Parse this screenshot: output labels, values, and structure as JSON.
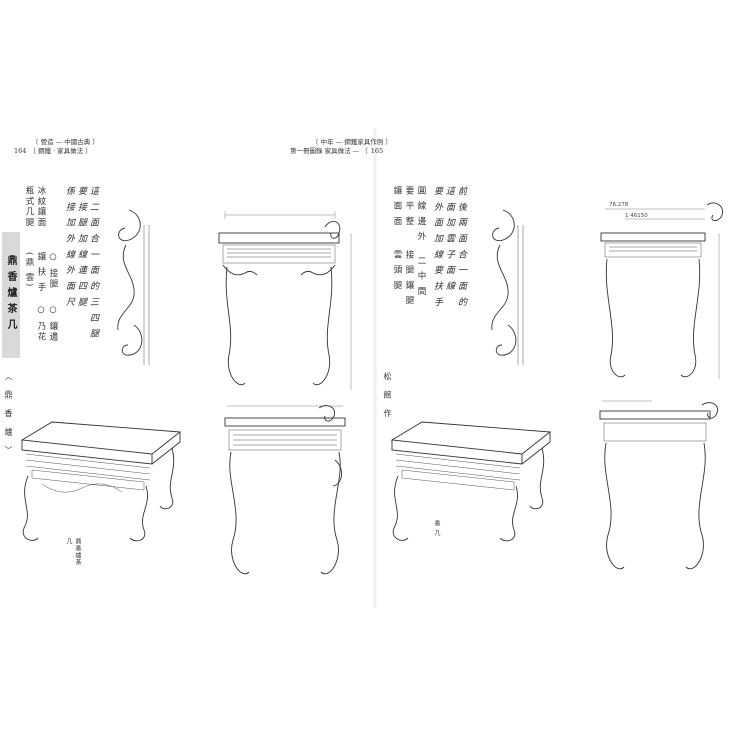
{
  "left_page": {
    "header_line1": "〔 營造 — 中國古典 〕",
    "header_number": "164",
    "header_line2": "〔 鋼鐵 · 家具做法 〕",
    "chapter_bar": "鼎香爐茶几",
    "margin_note": "〈 鼎 香 爐 〉",
    "body_columns": [
      "冰紋鑲面",
      "瓶式几腿",
      "鑲 扶 手",
      "(鼎 雲)",
      "○ 乃花",
      "○ 鑲邊",
      "○ 接腿"
    ],
    "hand_columns": [
      "這 二 面 合 一 面 的 三 四 腿",
      "要 接 腿 加 線 連 四 腿",
      "係 接 加 外 線 外 面 尺"
    ],
    "caption": "鼎香爐茶几"
  },
  "right_page": {
    "header_line1": "〔 中年 — 鋼鐵家具作例 〕",
    "header_number": "165",
    "header_line2": "第一冊圖錄 家具做法 — 〔",
    "body_columns": [
      "要 平 整",
      "鑲 面 面",
      "圓 線 邊 外",
      "接 腿 鑲 腿",
      "雲 頭 腿",
      "二 中 間"
    ],
    "hand_columns": [
      "前 後 兩 面 合 一 面 的",
      "這 面 加 雲 子 面 線",
      "要 外 面 加 線 要 扶 手"
    ],
    "margin_note": "松 館 作",
    "caption": "香 几",
    "dimension_labels": [
      "76.278",
      "1 46150"
    ]
  }
}
